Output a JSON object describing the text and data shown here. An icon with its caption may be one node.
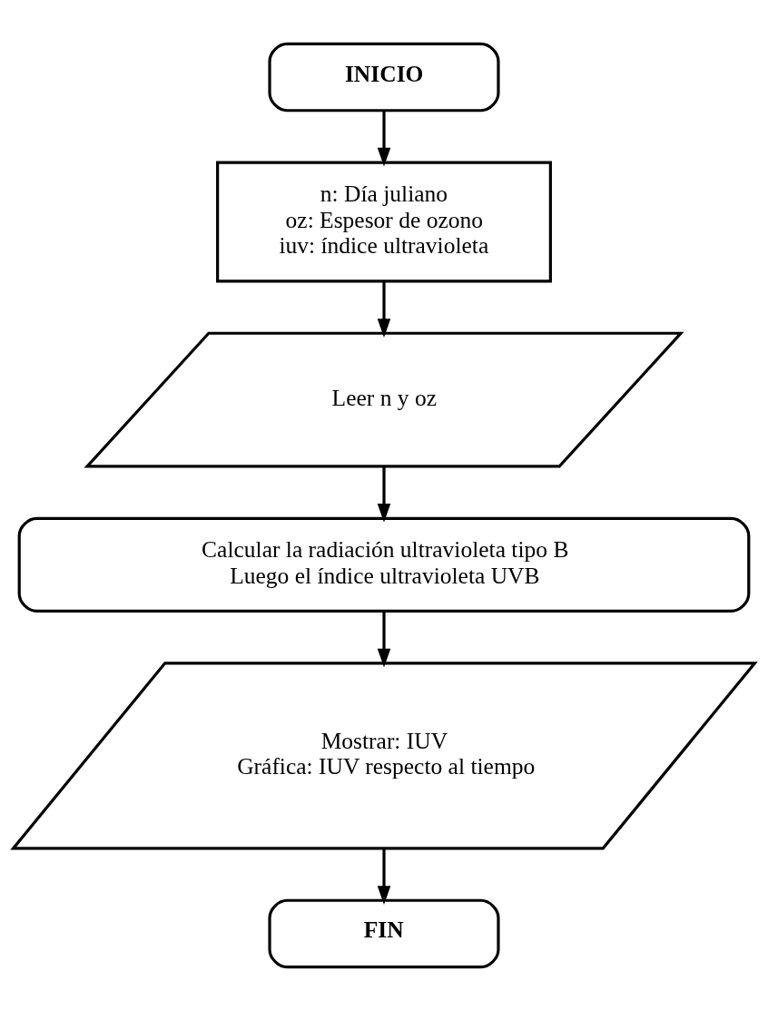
{
  "diagram": {
    "nodes": [
      {
        "text": [
          "INICIO"
        ]
      },
      {
        "text": [
          "n: Día juliano",
          "oz: Espesor de ozono",
          "iuv: índice ultravioleta"
        ]
      },
      {
        "text": [
          "Leer n y oz"
        ]
      },
      {
        "text": [
          "Calcular la radiación ultravioleta tipo B",
          "Luego el índice ultravioleta UVB"
        ]
      },
      {
        "text": [
          "Mostrar: IUV",
          "Gráfica: IUV respecto al tiempo"
        ]
      },
      {
        "text": [
          "FIN"
        ]
      }
    ],
    "edges": [
      {
        "from": 0,
        "to": 1,
        "arrow": "to"
      },
      {
        "from": 1,
        "to": 2,
        "arrow": "to"
      },
      {
        "from": 2,
        "to": 3,
        "arrow": "to"
      },
      {
        "from": 3,
        "to": 4,
        "arrow": "to"
      },
      {
        "from": 4,
        "to": 5,
        "arrow": "to"
      }
    ]
  }
}
